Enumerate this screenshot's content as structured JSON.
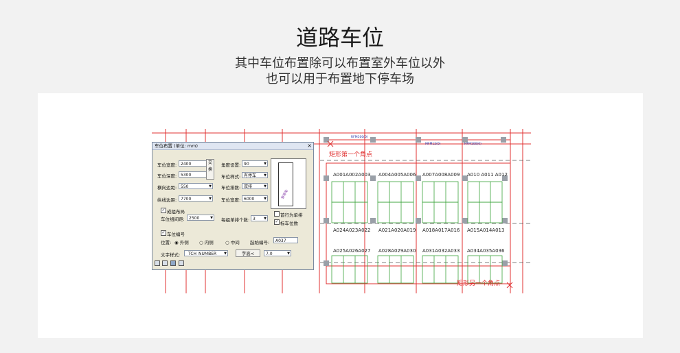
{
  "header": {
    "title": "道路车位",
    "subtitle_line1": "其中车位布置除可以布置室外车位以外",
    "subtitle_line2": "也可以用于布置地下停车场"
  },
  "dialog": {
    "title": "车位布置 (单位: mm)",
    "close": "×",
    "width_label": "车位宽度:",
    "width_value": "2400",
    "depth_label": "车位深度:",
    "depth_value": "5300",
    "swap_button": "交换",
    "angle_label": "角度设置:",
    "angle_value": "90",
    "style_label": "车位样式:",
    "style_value": "有停车",
    "h_margin_label": "横向边距:",
    "h_margin_value": "550",
    "count_label": "车位排数:",
    "count_value": "双排",
    "v_margin_label": "纵线边距:",
    "v_margin_value": "7700",
    "lane_label": "车位宽度:",
    "lane_value": "6000",
    "group_check": "成组布局",
    "group_gap_label": "车位组间距:",
    "group_gap_value": "2500",
    "per_group_label": "每组单排个数:",
    "per_group_value": "3",
    "first_row_check": "首行为单排",
    "mark_check": "标车位数",
    "number_check": "车位编号",
    "position_label": "位置:",
    "pos_outer": "外侧",
    "pos_inner": "内侧",
    "pos_middle": "中间",
    "start_label": "起始编号:",
    "start_value": "A037",
    "text_style_label": "文字样式:",
    "text_style_value": "_TCH_NUMBER",
    "font_button": "字高<",
    "font_value": "7.0",
    "preview_text": "有停车"
  },
  "drawing": {
    "note_top": "矩形第一个角点",
    "note_bottom": "矩形另一个角点",
    "row1": [
      "A001A002A003",
      "A004A005A006",
      "A007A008A009",
      "A010 A011 A012"
    ],
    "row2": [
      "A024A023A022",
      "A021A020A019",
      "A018A017A016",
      "A015A014A013"
    ],
    "row3": [
      "A025A026A027",
      "A028A029A030",
      "A031A032A033",
      "A034A035A036"
    ],
    "tag_left": "RFM100(0)",
    "tag_mid": "MFM12(0)",
    "tag_right": "HFM100(0)"
  },
  "colors": {
    "background": "#f2f2f2",
    "panel": "#ffffff",
    "cad_red": "#e03030",
    "cad_green": "#3aa33a",
    "dialog_bg": "#ece9d8"
  }
}
